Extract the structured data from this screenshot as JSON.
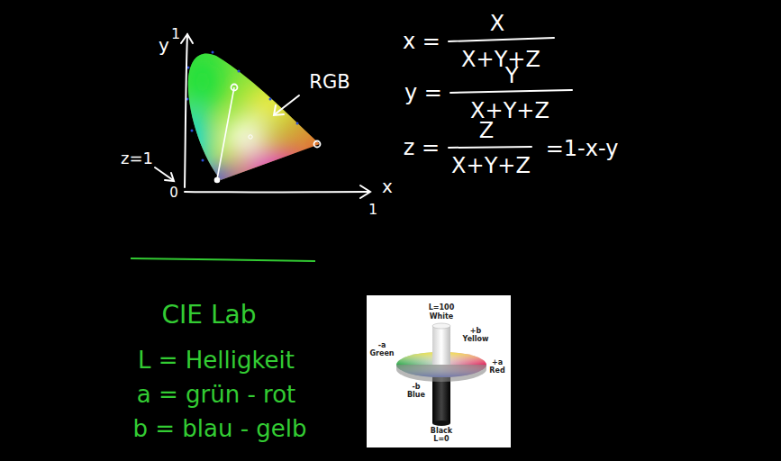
{
  "diagram": {
    "labels": [
      "y",
      "1",
      "0",
      "z=1",
      "RGB",
      "x",
      "1",
      "x =",
      "X",
      "X+Y+Z",
      "y =",
      "Y",
      "X+Y+Z",
      "z =",
      "Z",
      "X+Y+Z",
      "=1-x-y",
      "CIE Lab",
      "L = Helligkeit",
      "a = grün - rot",
      "b = blau - gelb",
      "L=100",
      "White",
      "+b",
      "Yellow",
      "-a",
      "Green",
      "+a",
      "Red",
      "-b",
      "Blue",
      "Black",
      "L=0"
    ]
  }
}
